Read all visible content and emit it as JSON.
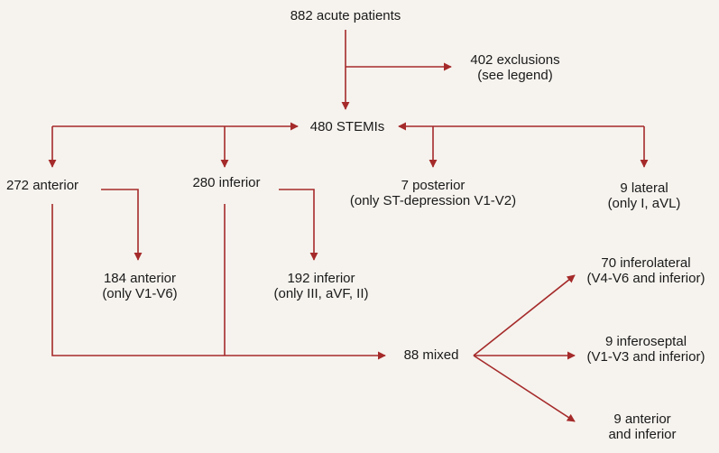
{
  "colors": {
    "arrow": "#a52a2a",
    "background": "#f6f3ee",
    "text": "#1a1a1a"
  },
  "nodes": {
    "acute": {
      "line1": "882 acute patients"
    },
    "exclusions": {
      "line1": "402 exclusions",
      "line2": "(see legend)"
    },
    "stemis": {
      "line1": "480 STEMIs"
    },
    "anterior": {
      "line1": "272 anterior"
    },
    "inferior": {
      "line1": "280 inferior"
    },
    "posterior": {
      "line1": "7 posterior",
      "line2": "(only ST-depression V1-V2)"
    },
    "lateral": {
      "line1": "9 lateral",
      "line2": "(only I, aVL)"
    },
    "anterior_only": {
      "line1": "184 anterior",
      "line2": "(only V1-V6)"
    },
    "inferior_only": {
      "line1": "192 inferior",
      "line2": "(only III, aVF, II)"
    },
    "mixed": {
      "line1": "88 mixed"
    },
    "inferolateral": {
      "line1": "70 inferolateral",
      "line2": "(V4-V6 and inferior)"
    },
    "inferoseptal": {
      "line1": "9 inferoseptal",
      "line2": "(V1-V3 and inferior)"
    },
    "anterior_inferior": {
      "line1": "9 anterior",
      "line2": "and inferior"
    }
  }
}
